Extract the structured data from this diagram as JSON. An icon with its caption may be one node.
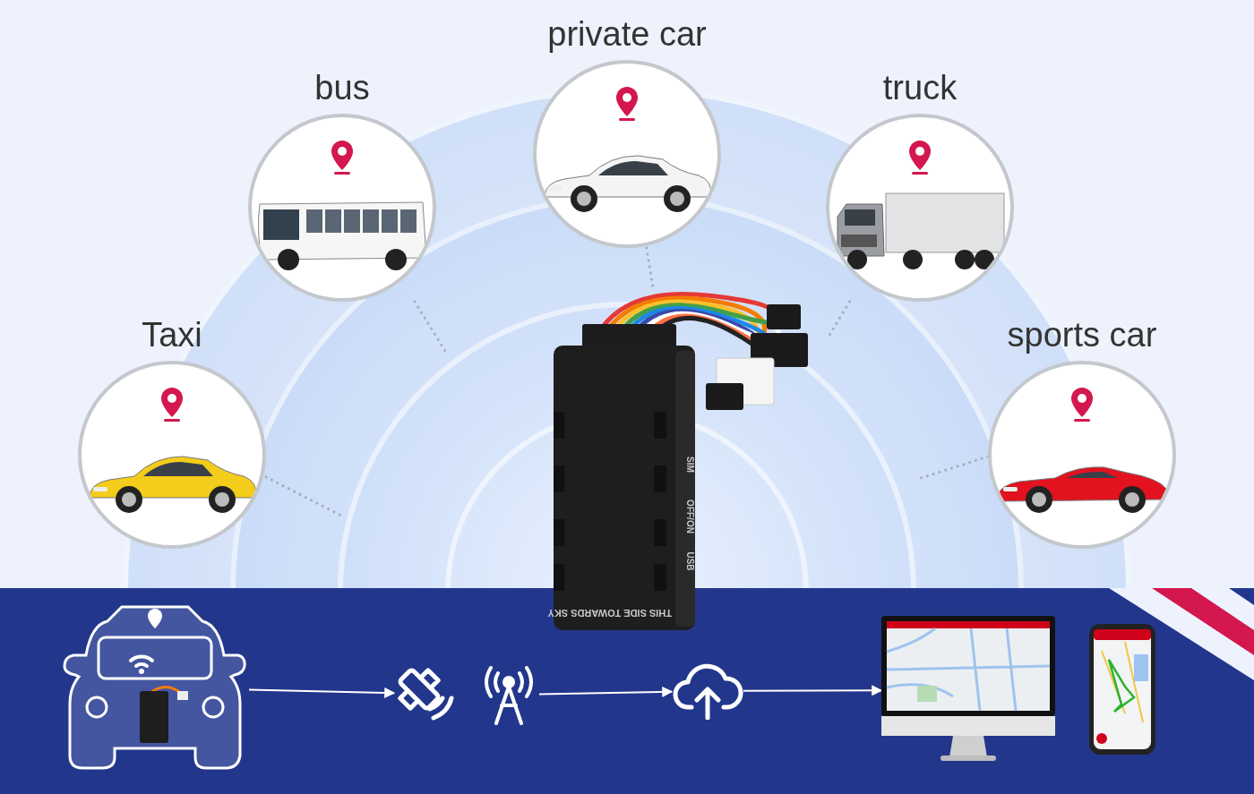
{
  "diagram": {
    "nodes": [
      {
        "text": [
          "THIS SIDE TOWARDS SKY",
          "SIM",
          "OFF/ON",
          "USB"
        ]
      },
      {
        "text": [
          "Taxi"
        ]
      },
      {
        "text": [
          "bus"
        ]
      },
      {
        "text": [
          "private car"
        ]
      },
      {
        "text": [
          "truck"
        ]
      },
      {
        "text": [
          "sports car"
        ]
      },
      {
        "text": [],
        "shape": "picture"
      },
      {
        "text": [],
        "shape": "picture"
      },
      {
        "text": [],
        "shape": "picture"
      },
      {
        "text": [],
        "shape": "picture"
      },
      {
        "text": [],
        "shape": "picture"
      },
      {
        "text": [],
        "shape": "picture"
      }
    ],
    "edges": [
      {
        "from": 1,
        "to": null,
        "arrow": "none",
        "style": "dashed"
      },
      {
        "from": 2,
        "to": null,
        "arrow": "none",
        "style": "dashed"
      },
      {
        "from": 3,
        "to": 0,
        "arrow": "none",
        "style": "dashed"
      },
      {
        "from": 4,
        "to": null,
        "arrow": "none",
        "style": "dashed"
      },
      {
        "from": 5,
        "to": null,
        "arrow": "none",
        "style": "dashed"
      },
      {
        "from": 6,
        "to": 7,
        "arrow": "to",
        "color": "#ffffff"
      },
      {
        "from": 8,
        "to": 9,
        "arrow": "to",
        "color": "#ffffff"
      },
      {
        "from": 9,
        "to": 10,
        "arrow": "to",
        "color": "#ffffff"
      }
    ]
  }
}
